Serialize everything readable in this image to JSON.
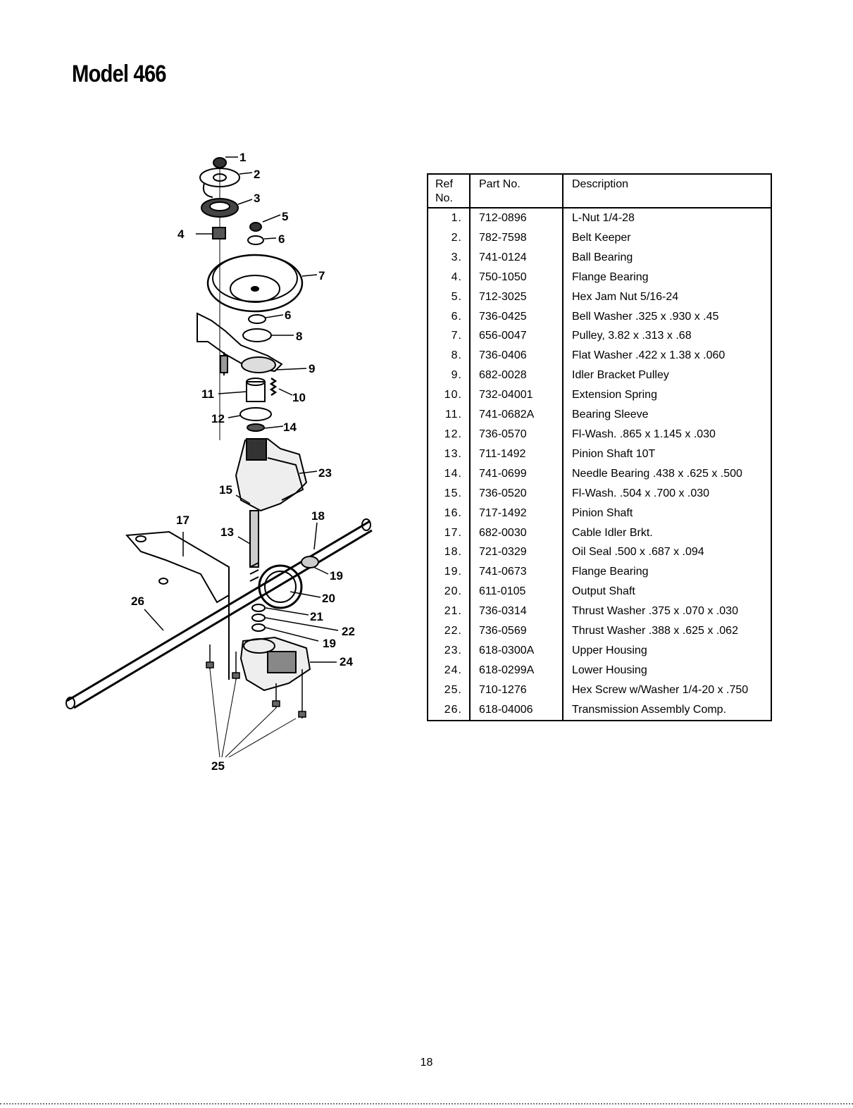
{
  "page": {
    "title": "Model 466",
    "page_number": "18"
  },
  "diagram": {
    "callouts": [
      "1",
      "2",
      "3",
      "4",
      "5",
      "6",
      "6",
      "7",
      "8",
      "9",
      "10",
      "11",
      "12",
      "14",
      "15",
      "23",
      "13",
      "18",
      "17",
      "19",
      "20",
      "26",
      "21",
      "22",
      "19",
      "24",
      "25"
    ]
  },
  "parts_table": {
    "headers": {
      "ref": "Ref No.",
      "part_no": "Part No.",
      "description": "Description"
    },
    "rows": [
      {
        "ref": "1.",
        "part_no": "712-0896",
        "description": "L-Nut 1/4-28"
      },
      {
        "ref": "2.",
        "part_no": "782-7598",
        "description": "Belt Keeper"
      },
      {
        "ref": "3.",
        "part_no": "741-0124",
        "description": "Ball Bearing"
      },
      {
        "ref": "4.",
        "part_no": "750-1050",
        "description": "Flange Bearing"
      },
      {
        "ref": "5.",
        "part_no": "712-3025",
        "description": "Hex Jam Nut 5/16-24"
      },
      {
        "ref": "6.",
        "part_no": "736-0425",
        "description": "Bell Washer .325 x .930 x .45"
      },
      {
        "ref": "7.",
        "part_no": "656-0047",
        "description": "Pulley, 3.82 x .313 x .68"
      },
      {
        "ref": "8.",
        "part_no": "736-0406",
        "description": "Flat Washer .422 x 1.38 x .060"
      },
      {
        "ref": "9.",
        "part_no": "682-0028",
        "description": "Idler Bracket Pulley"
      },
      {
        "ref": "10.",
        "part_no": "732-04001",
        "description": "Extension Spring"
      },
      {
        "ref": "11.",
        "part_no": "741-0682A",
        "description": "Bearing Sleeve"
      },
      {
        "ref": "12.",
        "part_no": "736-0570",
        "description": "Fl-Wash. .865 x 1.145 x .030"
      },
      {
        "ref": "13.",
        "part_no": "711-1492",
        "description": "Pinion Shaft 10T"
      },
      {
        "ref": "14.",
        "part_no": "741-0699",
        "description": "Needle Bearing .438 x .625 x .500"
      },
      {
        "ref": "15.",
        "part_no": "736-0520",
        "description": "Fl-Wash. .504 x .700 x .030"
      },
      {
        "ref": "16.",
        "part_no": "717-1492",
        "description": "Pinion Shaft"
      },
      {
        "ref": "17.",
        "part_no": "682-0030",
        "description": "Cable Idler Brkt."
      },
      {
        "ref": "18.",
        "part_no": "721-0329",
        "description": "Oil Seal .500 x .687 x .094"
      },
      {
        "ref": "19.",
        "part_no": "741-0673",
        "description": "Flange Bearing"
      },
      {
        "ref": "20.",
        "part_no": "611-0105",
        "description": "Output Shaft"
      },
      {
        "ref": "21.",
        "part_no": "736-0314",
        "description": "Thrust Washer .375 x .070 x .030"
      },
      {
        "ref": "22.",
        "part_no": "736-0569",
        "description": "Thrust Washer .388 x .625 x .062"
      },
      {
        "ref": "23.",
        "part_no": "618-0300A",
        "description": "Upper Housing"
      },
      {
        "ref": "24.",
        "part_no": "618-0299A",
        "description": "Lower Housing"
      },
      {
        "ref": "25.",
        "part_no": "710-1276",
        "description": "Hex Screw w/Washer 1/4-20 x .750"
      },
      {
        "ref": "26.",
        "part_no": "618-04006",
        "description": "Transmission Assembly Comp."
      }
    ]
  }
}
